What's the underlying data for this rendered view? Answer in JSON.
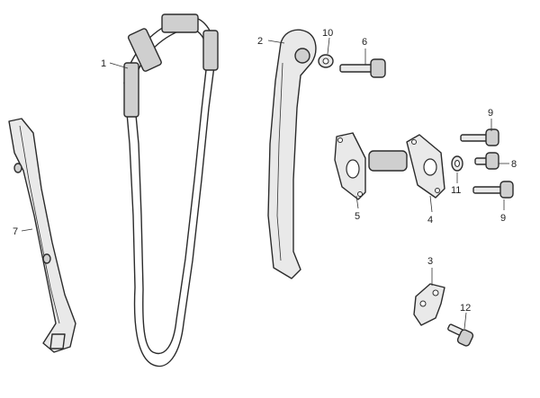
{
  "diagram": {
    "callouts": {
      "c1": "1",
      "c2": "2",
      "c3": "3",
      "c4": "4",
      "c5": "5",
      "c6": "6",
      "c7": "7",
      "c8": "8",
      "c9a": "9",
      "c9b": "9",
      "c10": "10",
      "c11": "11",
      "c12": "12"
    }
  }
}
